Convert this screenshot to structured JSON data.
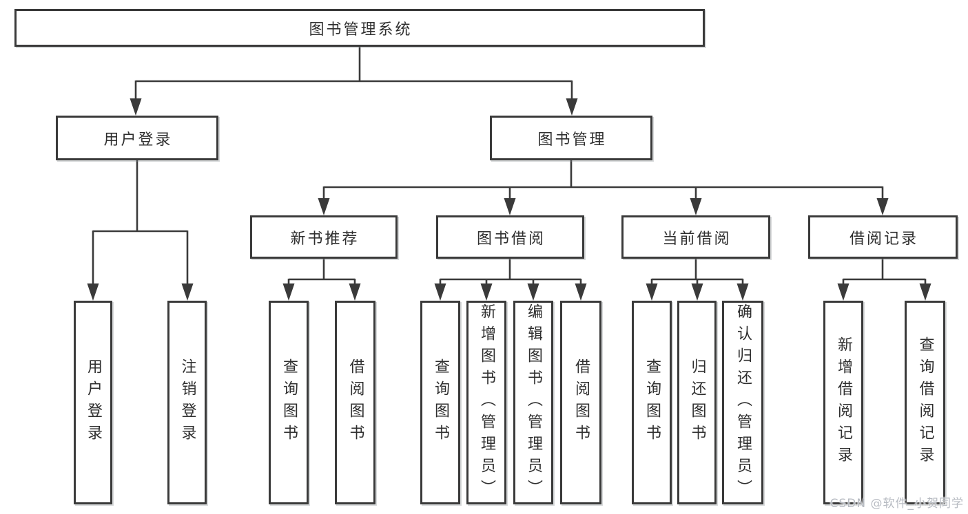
{
  "diagram": {
    "root": {
      "label": "图书管理系统"
    },
    "branches": [
      {
        "label": "用户登录",
        "children": [
          {
            "label": "用户登录"
          },
          {
            "label": "注销登录"
          }
        ]
      },
      {
        "label": "图书管理",
        "children": [
          {
            "label": "新书推荐",
            "children": [
              {
                "label": "查询图书"
              },
              {
                "label": "借阅图书"
              }
            ]
          },
          {
            "label": "图书借阅",
            "children": [
              {
                "label": "查询图书"
              },
              {
                "label": "新增图书（管理员）"
              },
              {
                "label": "编辑图书（管理员）"
              },
              {
                "label": "借阅图书"
              }
            ]
          },
          {
            "label": "当前借阅",
            "children": [
              {
                "label": "查询图书"
              },
              {
                "label": "归还图书"
              },
              {
                "label": "确认归还（管理员）"
              }
            ]
          },
          {
            "label": "借阅记录",
            "children": [
              {
                "label": "新增借阅记录"
              },
              {
                "label": "查询借阅记录"
              }
            ]
          }
        ]
      }
    ]
  },
  "watermark": {
    "text": "CSDN @软件_小贺同学"
  },
  "colors": {
    "line": "#3a3a3a",
    "box_border": "#3a3a3a",
    "box_fill": "#ffffff",
    "text": "#2f2f2f",
    "background": "#ffffff",
    "watermark_text": "#b7bbc2"
  }
}
